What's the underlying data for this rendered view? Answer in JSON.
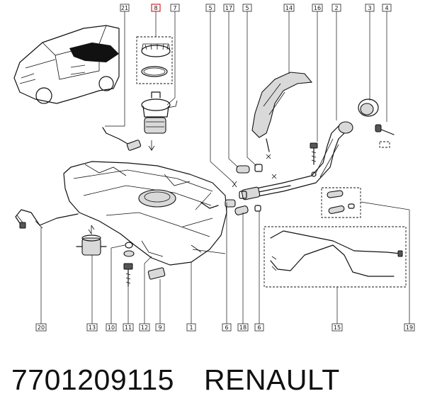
{
  "callouts": {
    "top": [
      "21",
      "8",
      "7",
      "5",
      "17",
      "5",
      "14",
      "16",
      "2",
      "3",
      "4"
    ],
    "bottom": [
      "20",
      "13",
      "10",
      "11",
      "12",
      "9",
      "1",
      "6",
      "18",
      "6",
      "15",
      "19"
    ],
    "highlighted": "8"
  },
  "footer": {
    "part_number": "7701209115",
    "brand": "RENAULT"
  },
  "colors": {
    "highlight": "#d4282c",
    "line": "#111111"
  }
}
